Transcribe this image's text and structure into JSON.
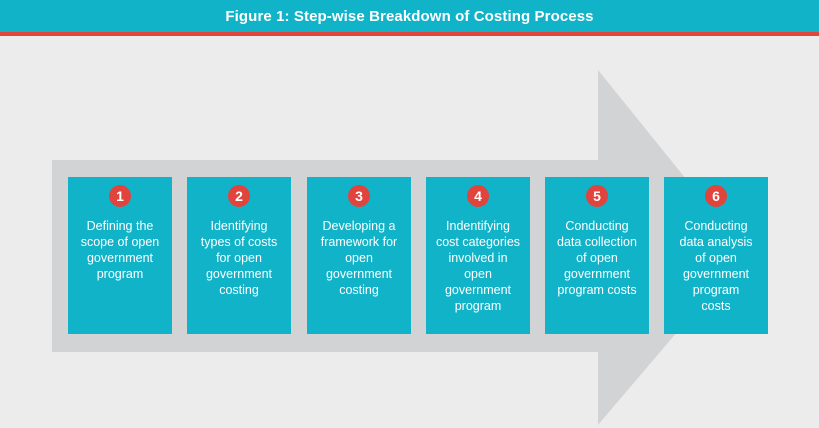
{
  "title": "Figure 1: Step-wise Breakdown of Costing Process",
  "colors": {
    "header": "#11b3c8",
    "accent_line": "#e0443c",
    "arrow": "#d2d3d4",
    "step_box": "#11b3c8",
    "badge": "#e0443c"
  },
  "steps": [
    {
      "number": "1",
      "label": "Defining the\nscope of open\ngovernment\nprogram"
    },
    {
      "number": "2",
      "label": "Identifying\ntypes of costs\nfor open\ngovernment\ncosting"
    },
    {
      "number": "3",
      "label": "Developing a\nframework for\nopen\ngovernment\ncosting"
    },
    {
      "number": "4",
      "label": "Indentifying\ncost categories\ninvolved in\nopen\ngovernment\nprogram"
    },
    {
      "number": "5",
      "label": "Conducting\ndata collection\nof open\ngovernment\nprogram costs"
    },
    {
      "number": "6",
      "label": "Conducting\ndata analysis\nof open\ngovernment\nprogram\ncosts"
    }
  ]
}
